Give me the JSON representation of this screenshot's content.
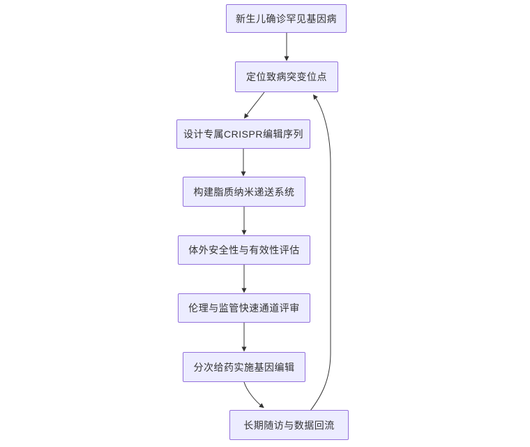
{
  "diagram": {
    "type": "flowchart",
    "direction": "top-down",
    "nodes": [
      {
        "id": "A",
        "label": "新生儿确诊罕见基因病"
      },
      {
        "id": "B",
        "label": "定位致病突变位点"
      },
      {
        "id": "C",
        "label": "设计专属CRISPR编辑序列"
      },
      {
        "id": "D",
        "label": "构建脂质纳米递送系统"
      },
      {
        "id": "E",
        "label": "体外安全性与有效性评估"
      },
      {
        "id": "F",
        "label": "伦理与监管快速通道评审"
      },
      {
        "id": "G",
        "label": "分次给药实施基因编辑"
      },
      {
        "id": "H",
        "label": "长期随访与数据回流"
      }
    ],
    "edges": [
      {
        "from": "A",
        "to": "B"
      },
      {
        "from": "B",
        "to": "C"
      },
      {
        "from": "C",
        "to": "D"
      },
      {
        "from": "D",
        "to": "E"
      },
      {
        "from": "E",
        "to": "F"
      },
      {
        "from": "F",
        "to": "G"
      },
      {
        "from": "G",
        "to": "H"
      },
      {
        "from": "H",
        "to": "B",
        "note": "feedback-loop"
      }
    ],
    "colors": {
      "node_fill": "#ECECFF",
      "node_border": "#9370DB",
      "node_text": "#333333",
      "edge_stroke": "#333333",
      "background": "#FFFFFF"
    }
  }
}
